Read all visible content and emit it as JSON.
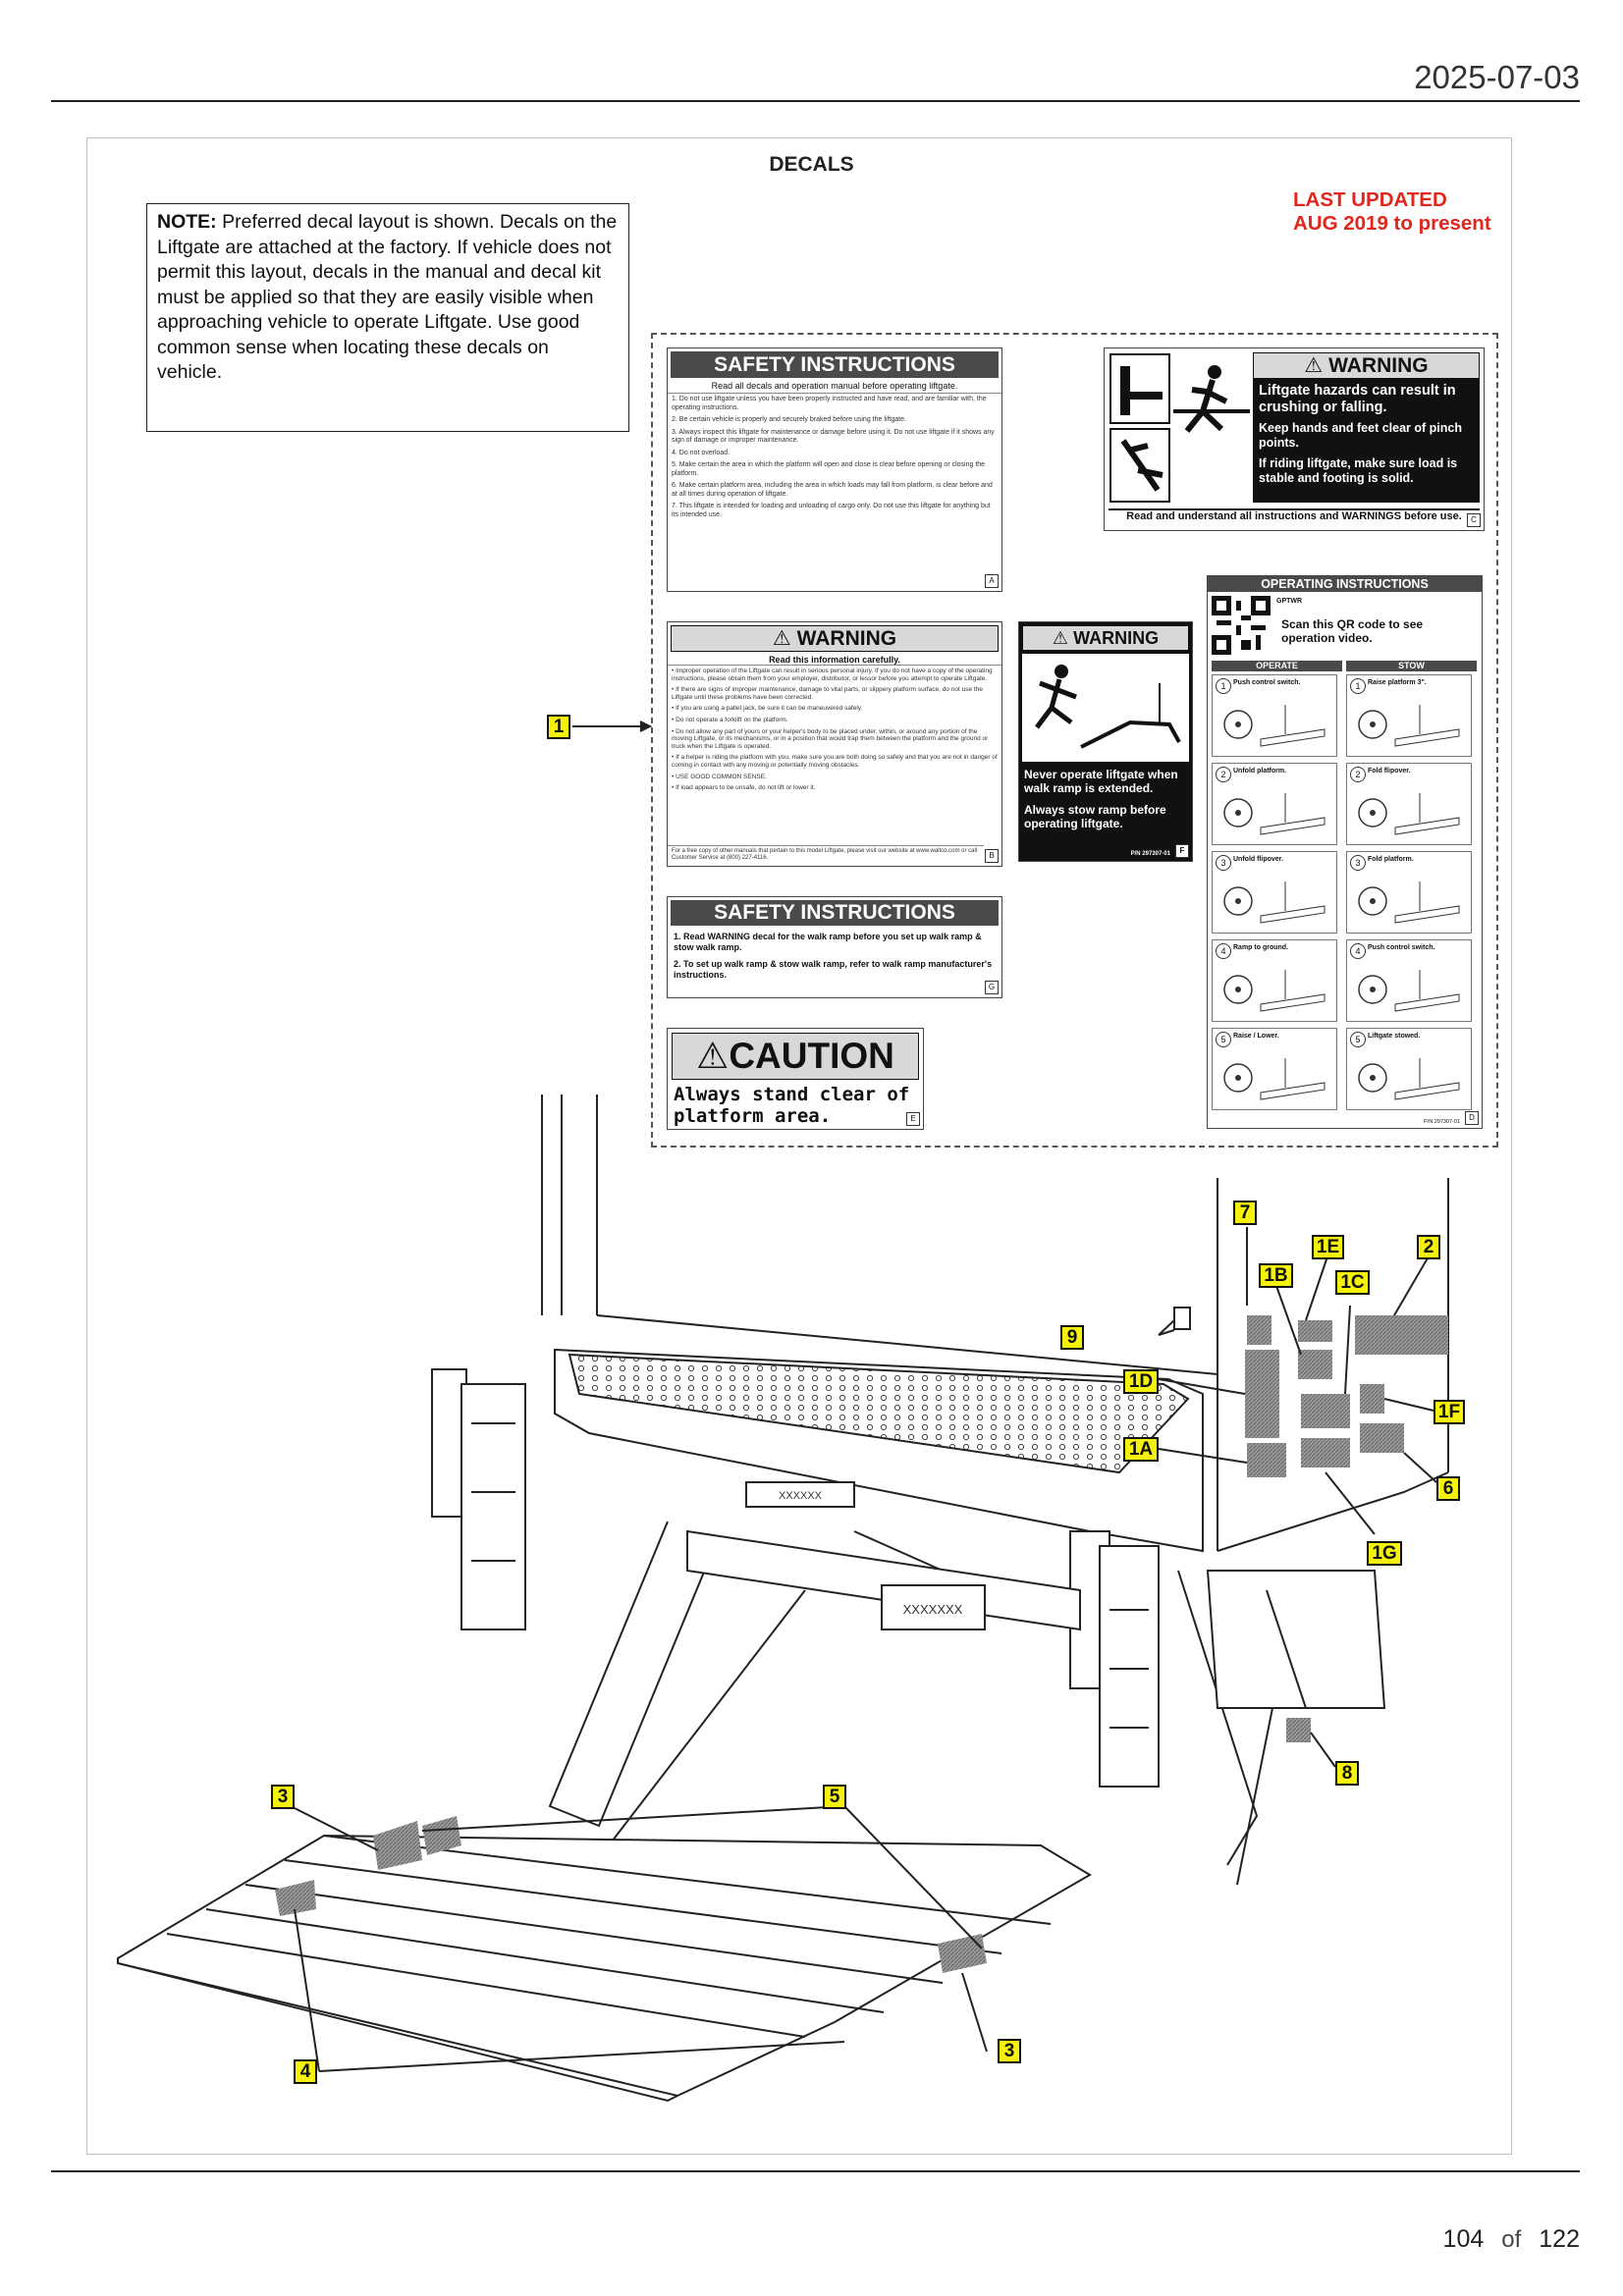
{
  "header": {
    "date": "2025-07-03"
  },
  "section_title": "DECALS",
  "note": {
    "label": "NOTE:",
    "text": "Preferred decal layout is shown. Decals on the Liftgate are attached at the factory. If vehicle does not permit this layout, decals in the manual and decal kit must be applied so that they are easily visible when approaching vehicle to operate Liftgate. Use good common sense when locating these decals on vehicle."
  },
  "last_updated": {
    "line1": "LAST UPDATED",
    "line2": "AUG 2019 to present"
  },
  "decals": {
    "safety_a": {
      "title": "SAFETY INSTRUCTIONS",
      "subtitle": "Read all decals and operation manual before operating liftgate.",
      "letter": "A",
      "items": [
        "1. Do not use liftgate unless you have been properly instructed and have read, and are familiar with, the operating instructions.",
        "2. Be certain vehicle is properly and securely braked before using the liftgate.",
        "3. Always inspect this liftgate for maintenance or damage before using it. Do not use liftgate if it shows any sign of damage or improper maintenance.",
        "4. Do not overload.",
        "5. Make certain the area in which the platform will open and close is clear before opening or closing the platform.",
        "6. Make certain platform area, including the area in which loads may fall from platform, is clear before and at all times during operation of liftgate.",
        "7. This liftgate is intended for loading and unloading of cargo only. Do not use this liftgate for anything but its intended use."
      ]
    },
    "warning_c": {
      "title": "WARNING",
      "line1": "Liftgate hazards can result in crushing or falling.",
      "line2": "Keep hands and feet clear of pinch points.",
      "line3": "If riding liftgate, make sure load is stable and footing is solid.",
      "footer": "Read and understand all instructions and WARNINGS before use.",
      "letter": "C"
    },
    "warning_b": {
      "title": "WARNING",
      "subtitle": "Read this information carefully.",
      "letter": "B",
      "items": [
        "• Improper operation of the Liftgate can result in serious personal injury. If you do not have a copy of the operating instructions, please obtain them from your employer, distributor, or lessor before you attempt to operate Liftgate.",
        "• If there are signs of improper maintenance, damage to vital parts, or slippery platform surface, do not use the Liftgate until these problems have been corrected.",
        "• If you are using a pallet jack, be sure it can be maneuvered safely.",
        "• Do not operate a forklift on the platform.",
        "• Do not allow any part of yours or your helper's body to be placed under, within, or around any portion of the moving Liftgate, or its mechanisms, or in a position that would trap them between the platform and the ground or truck when the Liftgate is operated.",
        "• If a helper is riding the platform with you, make sure you are both doing so safely and that you are not in danger of coming in contact with any moving or potentially moving obstacles.",
        "• USE GOOD COMMON SENSE.",
        "• If load appears to be unsafe, do not lift or lower it."
      ],
      "footer": "For a free copy of other manuals that pertain to this model Liftgate, please visit our website at www.waltco.com or call Customer Service at (800) 227-4116."
    },
    "warning_f": {
      "title": "WARNING",
      "line1": "Never operate liftgate when walk ramp is extended.",
      "line2": "Always stow ramp before operating liftgate.",
      "pn": "P/N 297307-01",
      "letter": "F"
    },
    "safety_g": {
      "title": "SAFETY INSTRUCTIONS",
      "letter": "G",
      "items": [
        "1. Read WARNING decal for the walk ramp before you set up walk ramp & stow walk ramp.",
        "2. To set up walk ramp & stow walk ramp, refer to walk ramp manufacturer's instructions."
      ]
    },
    "caution_e": {
      "title": "CAUTION",
      "text": "Always stand clear of platform area.",
      "letter": "E"
    },
    "operating_d": {
      "title": "OPERATING INSTRUCTIONS",
      "code": "GPTWR",
      "qr_text": "Scan this QR code to see operation video.",
      "col_operate": "OPERATE",
      "col_stow": "STOW",
      "operate_steps": [
        "Push control switch.",
        "Unfold platform.",
        "Unfold flipover.",
        "Ramp to ground.",
        "Raise / Lower."
      ],
      "stow_steps": [
        "Raise platform 3\".",
        "Fold flipover.",
        "Fold platform.",
        "Push control switch.",
        "Liftgate stowed."
      ],
      "pn": "P/N 297307-01",
      "letter": "D"
    }
  },
  "callouts": {
    "c1": "1",
    "c7": "7",
    "c1e": "1E",
    "c2": "2",
    "c1b": "1B",
    "c1c": "1C",
    "c9": "9",
    "c1d": "1D",
    "c1f": "1F",
    "c1a": "1A",
    "c6": "6",
    "c1g": "1G",
    "c8": "8",
    "c3a": "3",
    "c5": "5",
    "c3b": "3",
    "c4": "4"
  },
  "illustration": {
    "plate_text": "XXXXXXX",
    "label_text": "XXXXXX"
  },
  "footer": {
    "page": "104",
    "of": "of",
    "total": "122"
  }
}
